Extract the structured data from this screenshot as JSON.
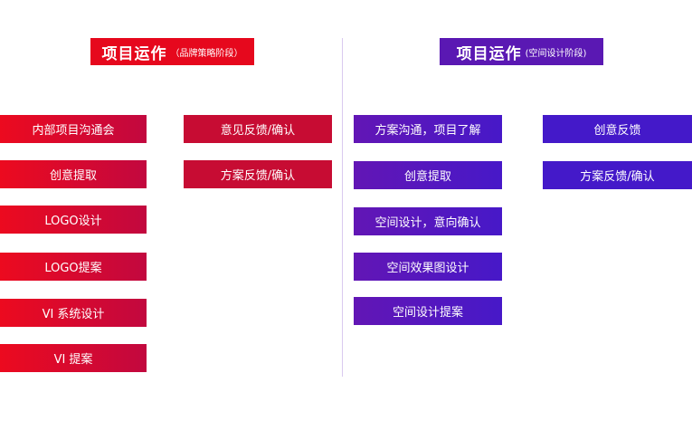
{
  "left_header": {
    "title": "项目运作",
    "subtitle": "（品牌策略阶段）"
  },
  "right_header": {
    "title": "项目运作",
    "subtitle": "(空间设计阶段)"
  },
  "left_column": [
    "内部项目沟通会",
    "创意提取",
    "LOGO设计",
    "LOGO提案",
    "VI 系统设计",
    "VI 提案"
  ],
  "left_column_2": [
    "意见反馈/确认",
    "方案反馈/确认"
  ],
  "right_column": [
    "方案沟通，项目了解",
    "创意提取",
    "空间设计，意向确认",
    "空间效果图设计",
    "空间设计提案"
  ],
  "right_column_2": [
    "创意反馈",
    "方案反馈/确认"
  ],
  "colors": {
    "brand_red": "#e6081d",
    "brand_purple": "#5a18b3",
    "divider": "#d9c9ef"
  }
}
